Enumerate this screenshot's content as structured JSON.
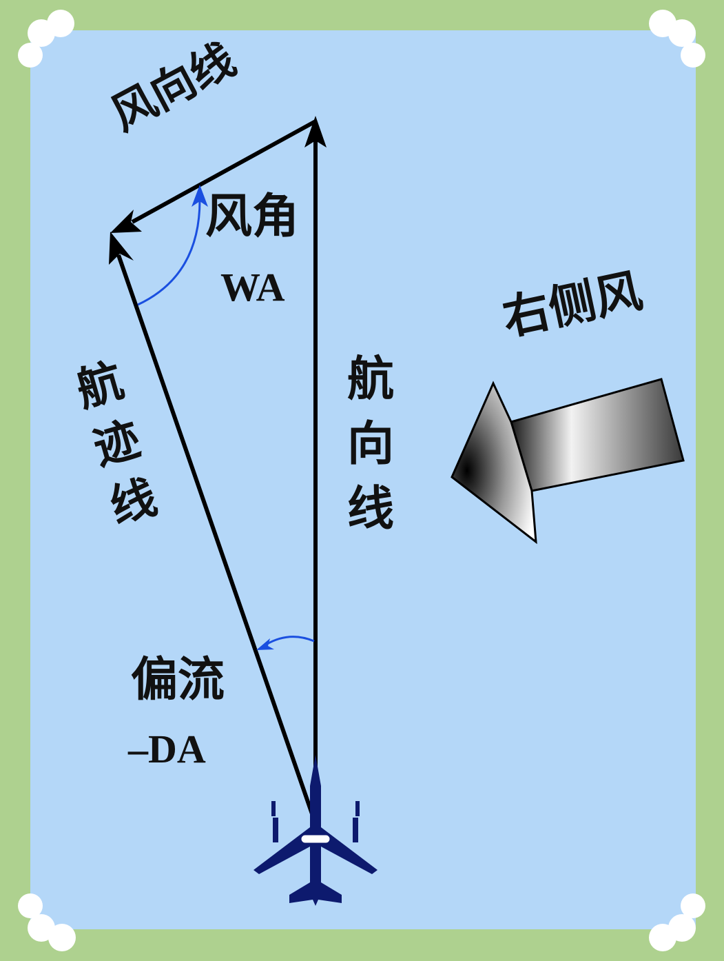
{
  "labels": {
    "wind_line": "风向线",
    "wind_angle": "风角",
    "wind_angle_abbr": "WA",
    "crosswind": "右侧风",
    "track_line": [
      "航",
      "迹",
      "线"
    ],
    "heading_line": [
      "航",
      "向",
      "线"
    ],
    "drift": "偏流",
    "drift_abbr": "–DA"
  },
  "colors": {
    "border": "#aed18f",
    "background": "#b4d7f8",
    "vector": "#000000",
    "angle_arc": "#1a4fe0",
    "aircraft": "#0d1a6e"
  },
  "icons": {
    "aircraft": "airplane-icon",
    "wind": "wind-arrow-icon"
  }
}
